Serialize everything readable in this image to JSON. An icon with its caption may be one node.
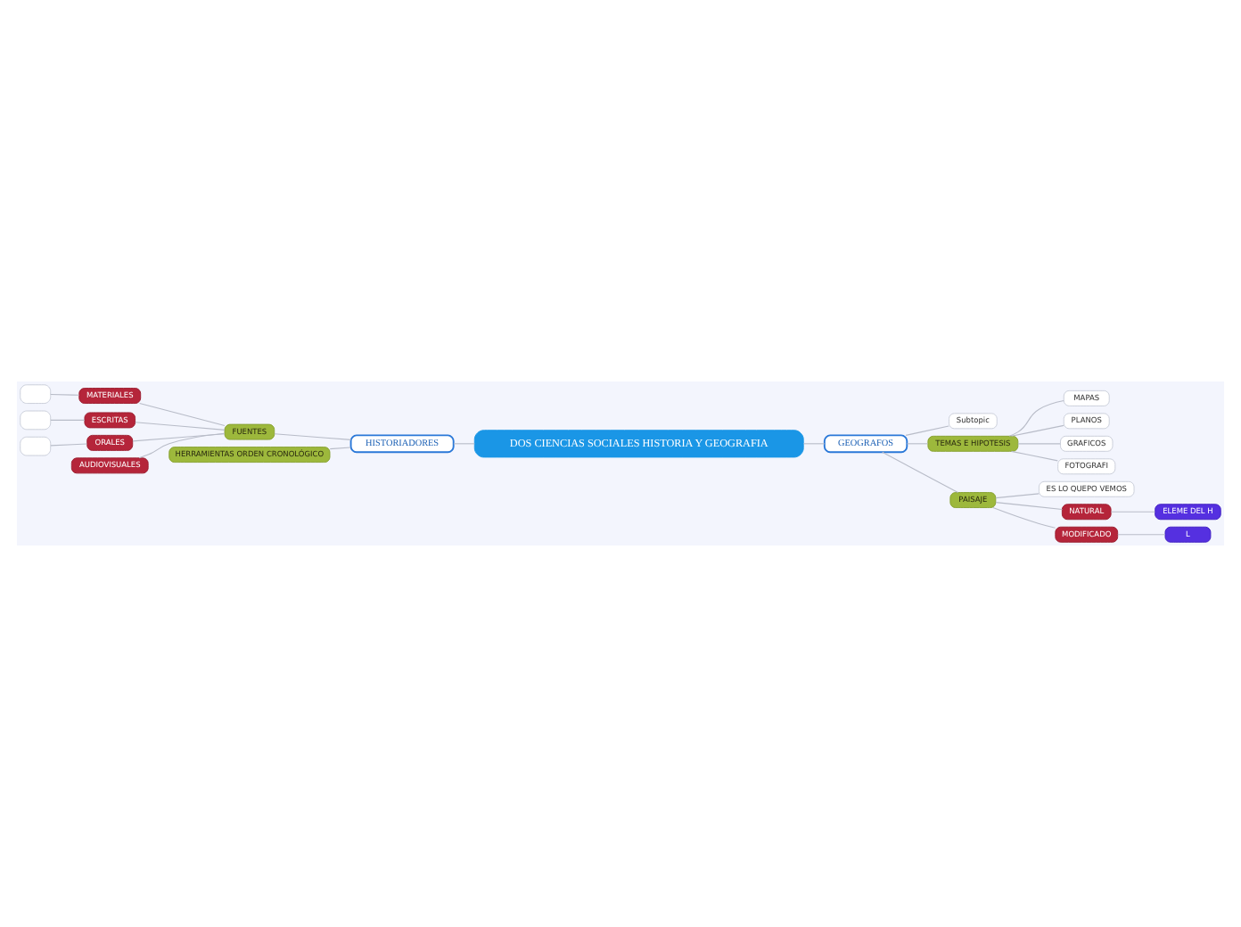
{
  "diagram": {
    "nodes": [
      {
        "text": [
          "DOS CIENCIAS SOCIALES HISTORIA Y GEOGRAFIA"
        ]
      },
      {
        "text": [
          "HISTORIADORES"
        ]
      },
      {
        "text": [
          "FUENTES"
        ]
      },
      {
        "text": [
          "MATERIALES"
        ]
      },
      {
        "text": [
          "ESCRITAS"
        ]
      },
      {
        "text": [
          "ORALES"
        ]
      },
      {
        "text": [
          "AUDIOVISUALES"
        ]
      },
      {
        "text": [],
        "shape": "box"
      },
      {
        "text": [],
        "shape": "box"
      },
      {
        "text": [],
        "shape": "box"
      },
      {
        "text": [
          "HERRAMIENTAS ORDEN CRONOLÓGICO"
        ]
      },
      {
        "text": [
          "GEOGRAFOS"
        ]
      },
      {
        "text": [
          "Subtopic"
        ]
      },
      {
        "text": [
          "TEMAS E HIPOTESIS"
        ]
      },
      {
        "text": [
          "MAPAS"
        ]
      },
      {
        "text": [
          "PLANOS"
        ]
      },
      {
        "text": [
          "GRAFICOS"
        ]
      },
      {
        "text": [
          "FOTOGRAFI"
        ]
      },
      {
        "text": [
          "PAISAJE"
        ]
      },
      {
        "text": [
          "ES LO QUEPO VEMOS"
        ]
      },
      {
        "text": [
          "NATURAL"
        ]
      },
      {
        "text": [
          "ELEME DEL H"
        ]
      },
      {
        "text": [
          "MODIFICADO"
        ]
      },
      {
        "text": [
          "L"
        ]
      }
    ],
    "edges": [
      {
        "from": 0,
        "to": 1,
        "arrow": "none"
      },
      {
        "from": 1,
        "to": 2,
        "arrow": "none"
      },
      {
        "from": 2,
        "to": 3,
        "arrow": "none"
      },
      {
        "from": 2,
        "to": 4,
        "arrow": "none"
      },
      {
        "from": 2,
        "to": 5,
        "arrow": "none"
      },
      {
        "from": 2,
        "to": 6,
        "arrow": "none"
      },
      {
        "from": 3,
        "to": 7,
        "arrow": "none"
      },
      {
        "from": 4,
        "to": 8,
        "arrow": "none"
      },
      {
        "from": 5,
        "to": 9,
        "arrow": "none"
      },
      {
        "from": 1,
        "to": 10,
        "arrow": "none"
      },
      {
        "from": 0,
        "to": 11,
        "arrow": "none"
      },
      {
        "from": 11,
        "to": 12,
        "arrow": "none"
      },
      {
        "from": 11,
        "to": 13,
        "arrow": "none"
      },
      {
        "from": 13,
        "to": 14,
        "arrow": "none"
      },
      {
        "from": 13,
        "to": 15,
        "arrow": "none"
      },
      {
        "from": 13,
        "to": 16,
        "arrow": "none"
      },
      {
        "from": 13,
        "to": 17,
        "arrow": "none"
      },
      {
        "from": 11,
        "to": 18,
        "arrow": "none"
      },
      {
        "from": 18,
        "to": 19,
        "arrow": "none"
      },
      {
        "from": 18,
        "to": 20,
        "arrow": "none"
      },
      {
        "from": 18,
        "to": 22,
        "arrow": "none"
      },
      {
        "from": 20,
        "to": 21,
        "arrow": "none"
      },
      {
        "from": 22,
        "to": 23,
        "arrow": "none"
      }
    ]
  }
}
